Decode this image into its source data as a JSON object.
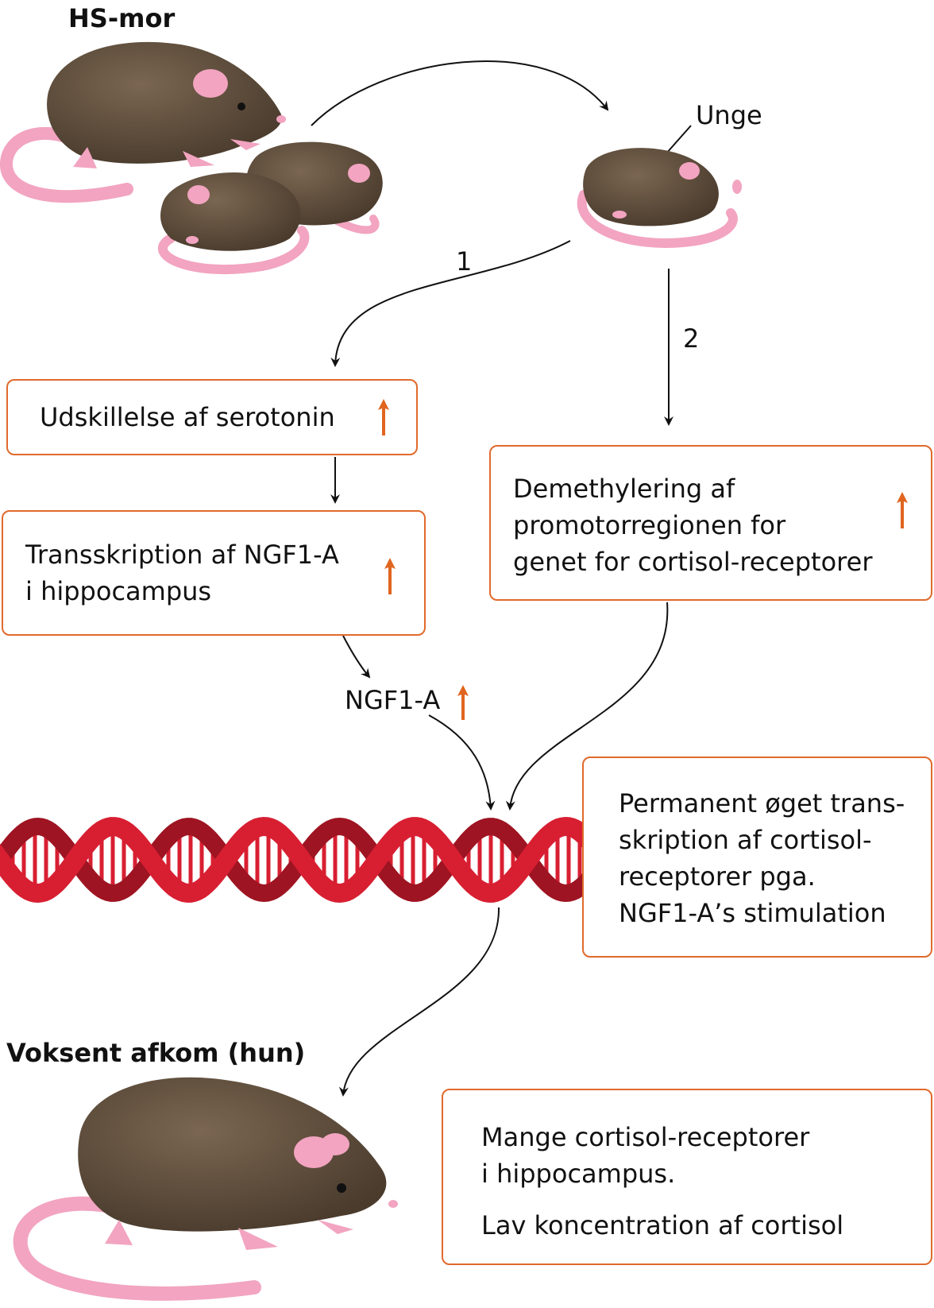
{
  "labels": {
    "mother": "HS-mor",
    "pup": "Unge",
    "path1": "1",
    "path2": "2",
    "ngf": "NGF1-A",
    "adult": "Voksent afkom (hun)"
  },
  "boxes": {
    "serotonin": [
      "Udskillelse af serotonin"
    ],
    "ngf_transcription": [
      "Transskription af NGF1-A",
      "i hippocampus"
    ],
    "demethylation": [
      "Demethylering af",
      "promotorregionen for",
      "genet for cortisol-receptorer"
    ],
    "permanent": [
      "Permanent øget trans-",
      "skription af cortisol-",
      "receptorer pga.",
      "NGF1-A’s stimulation"
    ],
    "receptors": [
      "Mange cortisol-receptorer",
      "i hippocampus."
    ],
    "cortisol": "Lav koncentration af cortisol"
  },
  "icons": {
    "increase": "up-arrow-icon",
    "dna": "dna-double-helix",
    "rat": "rat-illustration"
  },
  "colors": {
    "box_border": "#e06a2c",
    "increase_arrow": "#e0651f",
    "arrow": "#111111",
    "rat_body": "#5b4a39",
    "rat_pink": "#f2a4c0",
    "dna": "#d81f32"
  }
}
